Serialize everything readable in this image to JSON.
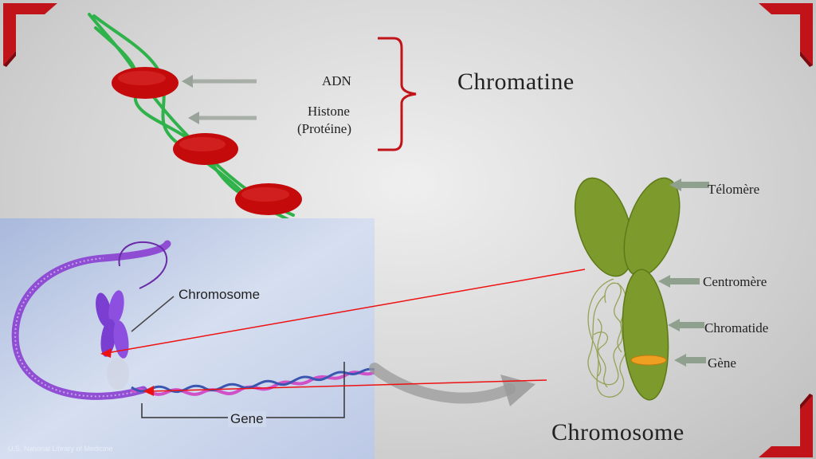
{
  "slide": {
    "top_labels": {
      "dna": "ADN",
      "histone": "Histone",
      "protein": "(Protéine)",
      "chromatine_title": "Chromatine"
    },
    "chromosome_labels": {
      "telomere": "Télomère",
      "centromere": "Centromère",
      "chromatide": "Chromatide",
      "gene": "Gène",
      "chromosome_title": "Chromosome"
    },
    "micrograph": {
      "chromosome_label": "Chromosome",
      "gene_label": "Gene",
      "credit": "U.S. National Library of Medicine"
    },
    "colors": {
      "accent_red": "#c0141a",
      "dna_green": "#2fb24a",
      "histone_red": "#c40a0a",
      "chromosome_green": "#7d9a2c",
      "gene_band": "#f0a020",
      "dna_purple": "#8a3fd0",
      "dna_pink": "#d050c8"
    }
  }
}
